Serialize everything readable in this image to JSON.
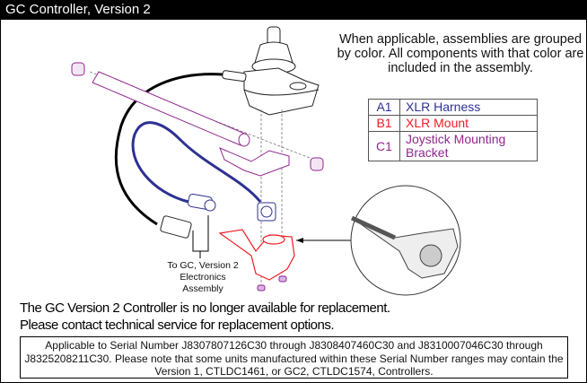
{
  "header": {
    "title": "GC Controller, Version 2"
  },
  "assembly_note": "When applicable, assemblies are grouped by color. All components with that color are included in the assembly.",
  "legend": [
    {
      "code": "A1",
      "description": "XLR Harness",
      "color": "#2e3192"
    },
    {
      "code": "B1",
      "description": "XLR Mount",
      "color": "#ed1c24"
    },
    {
      "code": "C1",
      "description": "Joystick Mounting Bracket",
      "color": "#92278f"
    }
  ],
  "diagram": {
    "callout_text": "To GC, Version 2 Electronics Assembly",
    "icons": [
      "joystick-controller",
      "mounting-tube",
      "end-cap",
      "bracket",
      "xlr-harness-cable",
      "controller-cable",
      "xlr-mount",
      "screw",
      "detail-view-circle"
    ]
  },
  "notice": {
    "line1": "The GC Version 2 Controller is no longer available for replacement.",
    "line2": "Please contact technical service for replacement options."
  },
  "serial_note": "Applicable to Serial Number J8307807126C30 through J8308407460C30 and J8310007046C30 through J8325208211C30. Please note that some units manufactured within these Serial Number ranges may contain the Version 1, CTLDC1461, or GC2, CTLDC1574, Controllers."
}
